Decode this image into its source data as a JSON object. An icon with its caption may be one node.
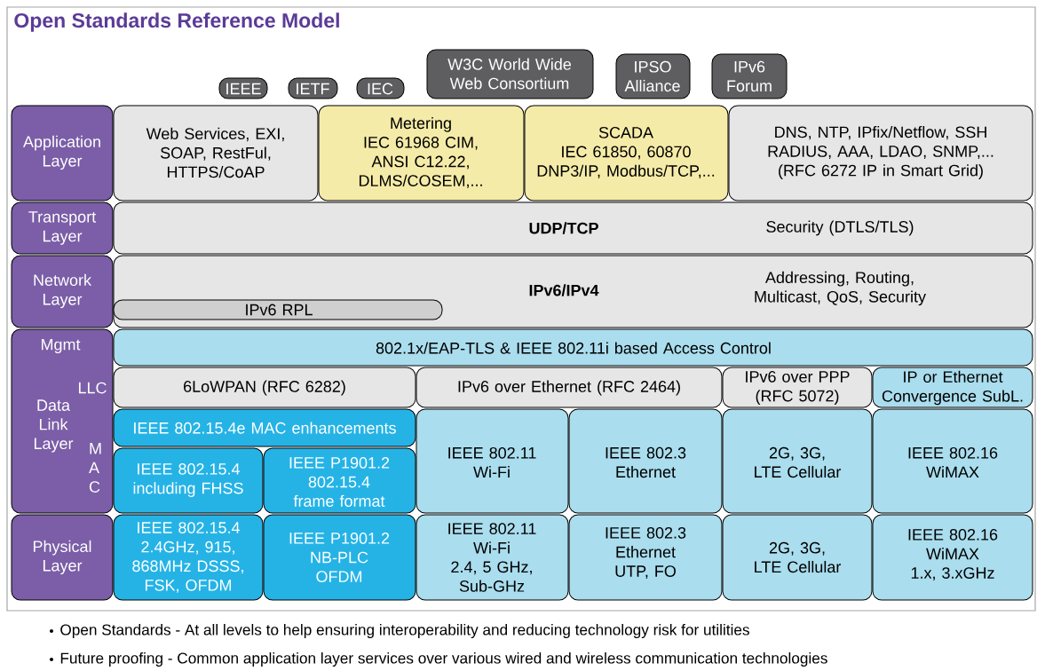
{
  "diagram": {
    "title": "Open Standards Reference Model",
    "nodes": [
      {
        "text": [
          "IEEE"
        ]
      },
      {
        "text": [
          "IETF"
        ]
      },
      {
        "text": [
          "IEC"
        ]
      },
      {
        "text": [
          "W3C World Wide Web Consortium"
        ]
      },
      {
        "text": [
          "IPSO Alliance"
        ]
      },
      {
        "text": [
          "IPv6 Forum"
        ]
      },
      {
        "text": [
          "Application Layer"
        ]
      },
      {
        "text": [
          "Web Services, EXI, SOAP, RestFul, HTTPS/CoAP"
        ]
      },
      {
        "text": [
          "Metering",
          "IEC 61968 CIM, ANSI C12.22, DLMS/COSEM,..."
        ]
      },
      {
        "text": [
          "SCADA",
          "IEC 61850, 60870 DNP3/IP, Modbus/TCP,..."
        ]
      },
      {
        "text": [
          "DNS, NTP, IPfix/Netflow, SSH RADIUS, AAA, LDAO, SNMP,... (RFC 6272 IP in Smart Grid)"
        ]
      },
      {
        "text": [
          "Transport Layer"
        ]
      },
      {
        "text": [
          "UDP/TCP",
          "Security (DTLS/TLS)"
        ]
      },
      {
        "text": [
          "Network Layer"
        ]
      },
      {
        "text": [
          "IPv6/IPv4",
          "Addressing, Routing, Multicast, QoS, Security"
        ]
      },
      {
        "text": [
          "IPv6 RPL"
        ],
        "in": 14
      },
      {
        "text": [
          "Mgmt",
          "LLC",
          "Data Link Layer",
          "M A C"
        ]
      },
      {
        "text": [
          "802.1x/EAP-TLS & IEEE 802.11i based Access Control"
        ]
      },
      {
        "text": [
          "6LoWPAN (RFC 6282)"
        ]
      },
      {
        "text": [
          "IPv6 over Ethernet (RFC 2464)"
        ]
      },
      {
        "text": [
          "IPv6 over PPP (RFC 5072)"
        ]
      },
      {
        "text": [
          "IP or Ethernet Convergence SubL."
        ]
      },
      {
        "text": [
          "IEEE 802.15.4e MAC enhancements"
        ]
      },
      {
        "text": [
          "IEEE 802.15.4 including FHSS"
        ]
      },
      {
        "text": [
          "IEEE P1901.2 802.15.4 frame format"
        ]
      },
      {
        "text": [
          "IEEE 802.11 Wi-Fi"
        ]
      },
      {
        "text": [
          "IEEE 802.3 Ethernet"
        ]
      },
      {
        "text": [
          "2G, 3G, LTE Cellular"
        ]
      },
      {
        "text": [
          "IEEE 802.16 WiMAX"
        ]
      },
      {
        "text": [
          "Physical Layer"
        ]
      },
      {
        "text": [
          "IEEE 802.15.4",
          "2.4GHz, 915, 868MHz DSSS, FSK, OFDM"
        ]
      },
      {
        "text": [
          "IEEE P1901.2",
          "NB-PLC",
          "OFDM"
        ]
      },
      {
        "text": [
          "IEEE 802.11 Wi-Fi",
          "2.4, 5 GHz, Sub-GHz"
        ]
      },
      {
        "text": [
          "IEEE 802.3 Ethernet",
          "UTP, FO"
        ]
      },
      {
        "text": [
          "2G, 3G, LTE Cellular"
        ]
      },
      {
        "text": [
          "IEEE 802.16 WiMAX",
          "1.x, 3.xGHz"
        ]
      }
    ],
    "labels": [
      "Open Standards - At all levels to help ensuring interoperability and reducing technology risk for utilities",
      "Future proofing - Common application layer services over various wired and wireless communication technologies"
    ]
  }
}
